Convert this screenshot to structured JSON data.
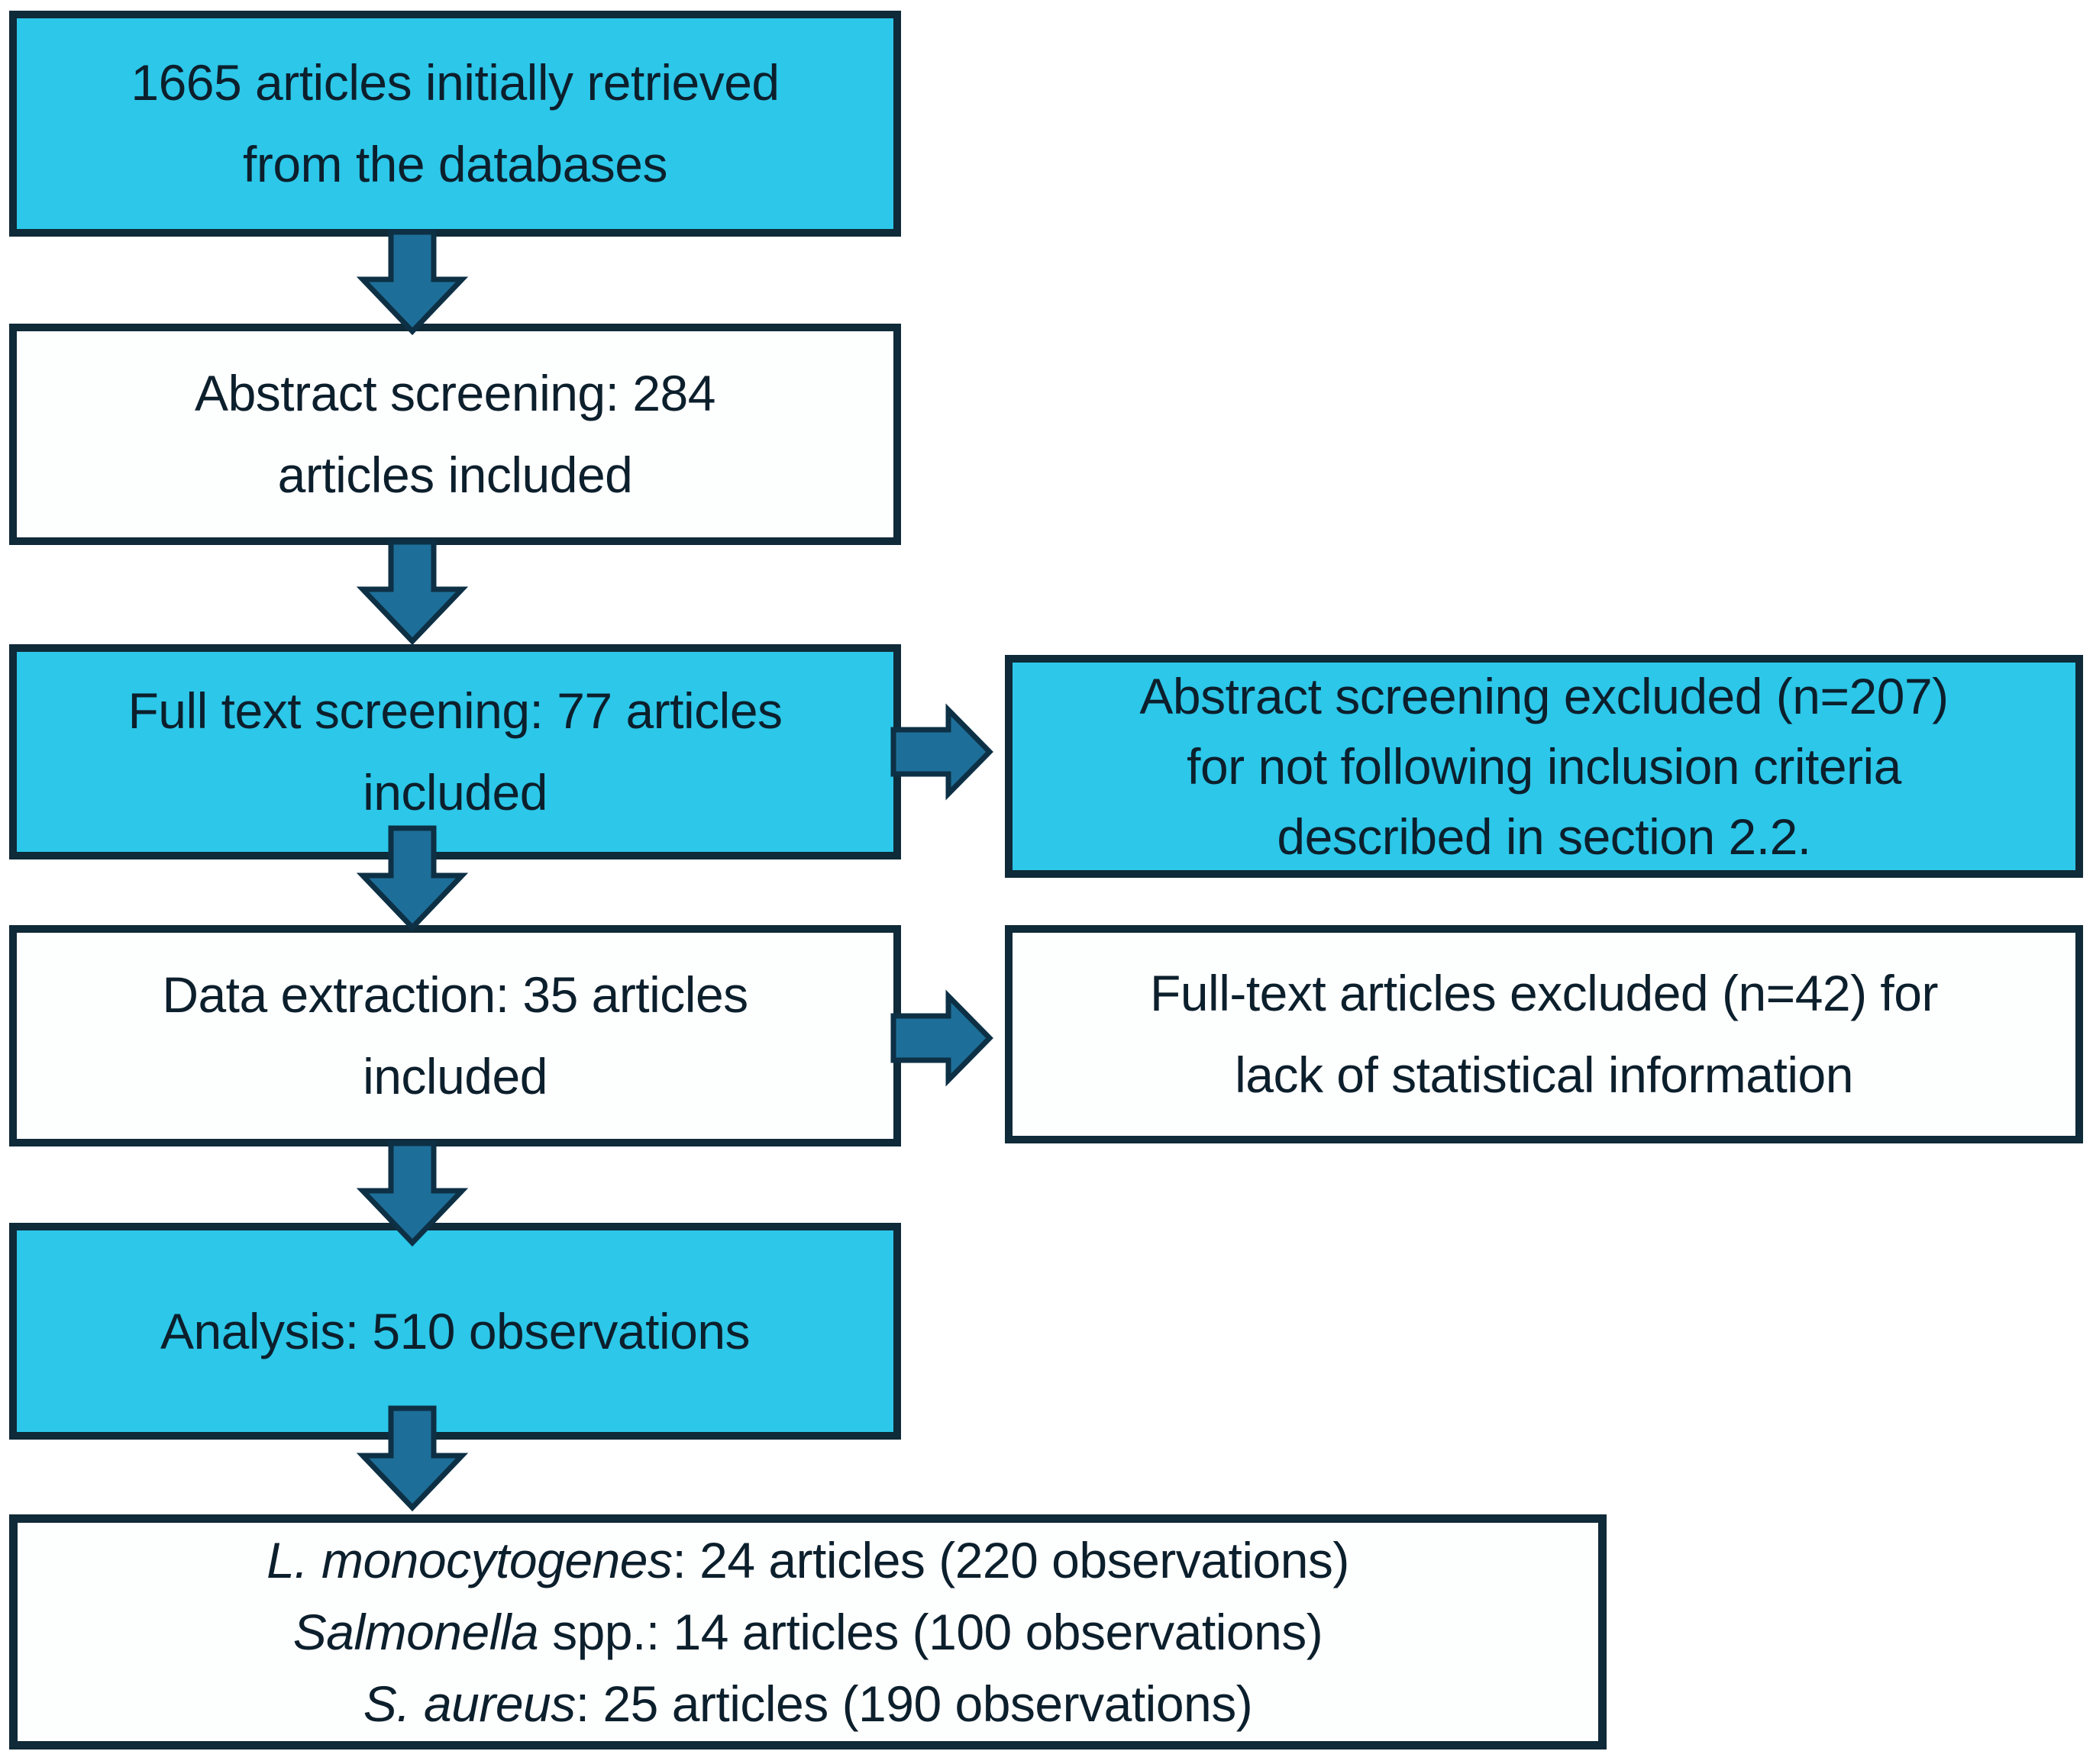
{
  "flowchart": {
    "description": "Article screening flow diagram",
    "colors": {
      "box_fill_cyan": "#2cc7e9",
      "box_fill_white": "#fdfefe",
      "box_border": "#0f2a38",
      "arrow_fill": "#1d6f99",
      "arrow_outline": "#0d3045",
      "text": "#0c1f2c",
      "background": "#ffffff"
    },
    "nodes": [
      {
        "id": "retrieved",
        "fill": "cyan",
        "lines": [
          "1665 articles initially retrieved",
          "from the databases"
        ]
      },
      {
        "id": "abstract-screening",
        "fill": "white",
        "lines": [
          "Abstract screening: 284",
          "articles included"
        ]
      },
      {
        "id": "fulltext-screening",
        "fill": "cyan",
        "lines": [
          "Full text screening: 77 articles",
          "included"
        ]
      },
      {
        "id": "data-extraction",
        "fill": "white",
        "lines": [
          "Data extraction: 35 articles",
          "included"
        ]
      },
      {
        "id": "analysis",
        "fill": "cyan",
        "lines": [
          "Analysis: 510 observations"
        ]
      }
    ],
    "exclusion_nodes": [
      {
        "id": "abstract-excluded",
        "fill": "cyan",
        "lines": [
          "Abstract screening excluded (n=207)",
          "for not following inclusion criteria",
          "described in section 2.2."
        ]
      },
      {
        "id": "fulltext-excluded",
        "fill": "white",
        "lines": [
          "Full-text articles excluded (n=42) for",
          "lack of statistical information"
        ]
      }
    ],
    "final_breakdown": {
      "fill": "white",
      "lines": [
        {
          "italic": "L. monocytogenes",
          "rest": ": 24 articles (220 observations)"
        },
        {
          "italic": "Salmonella",
          "rest": " spp.: 14 articles (100 observations)"
        },
        {
          "italic": "S. aureus",
          "rest": ": 25 articles (190 observations)"
        }
      ]
    }
  }
}
